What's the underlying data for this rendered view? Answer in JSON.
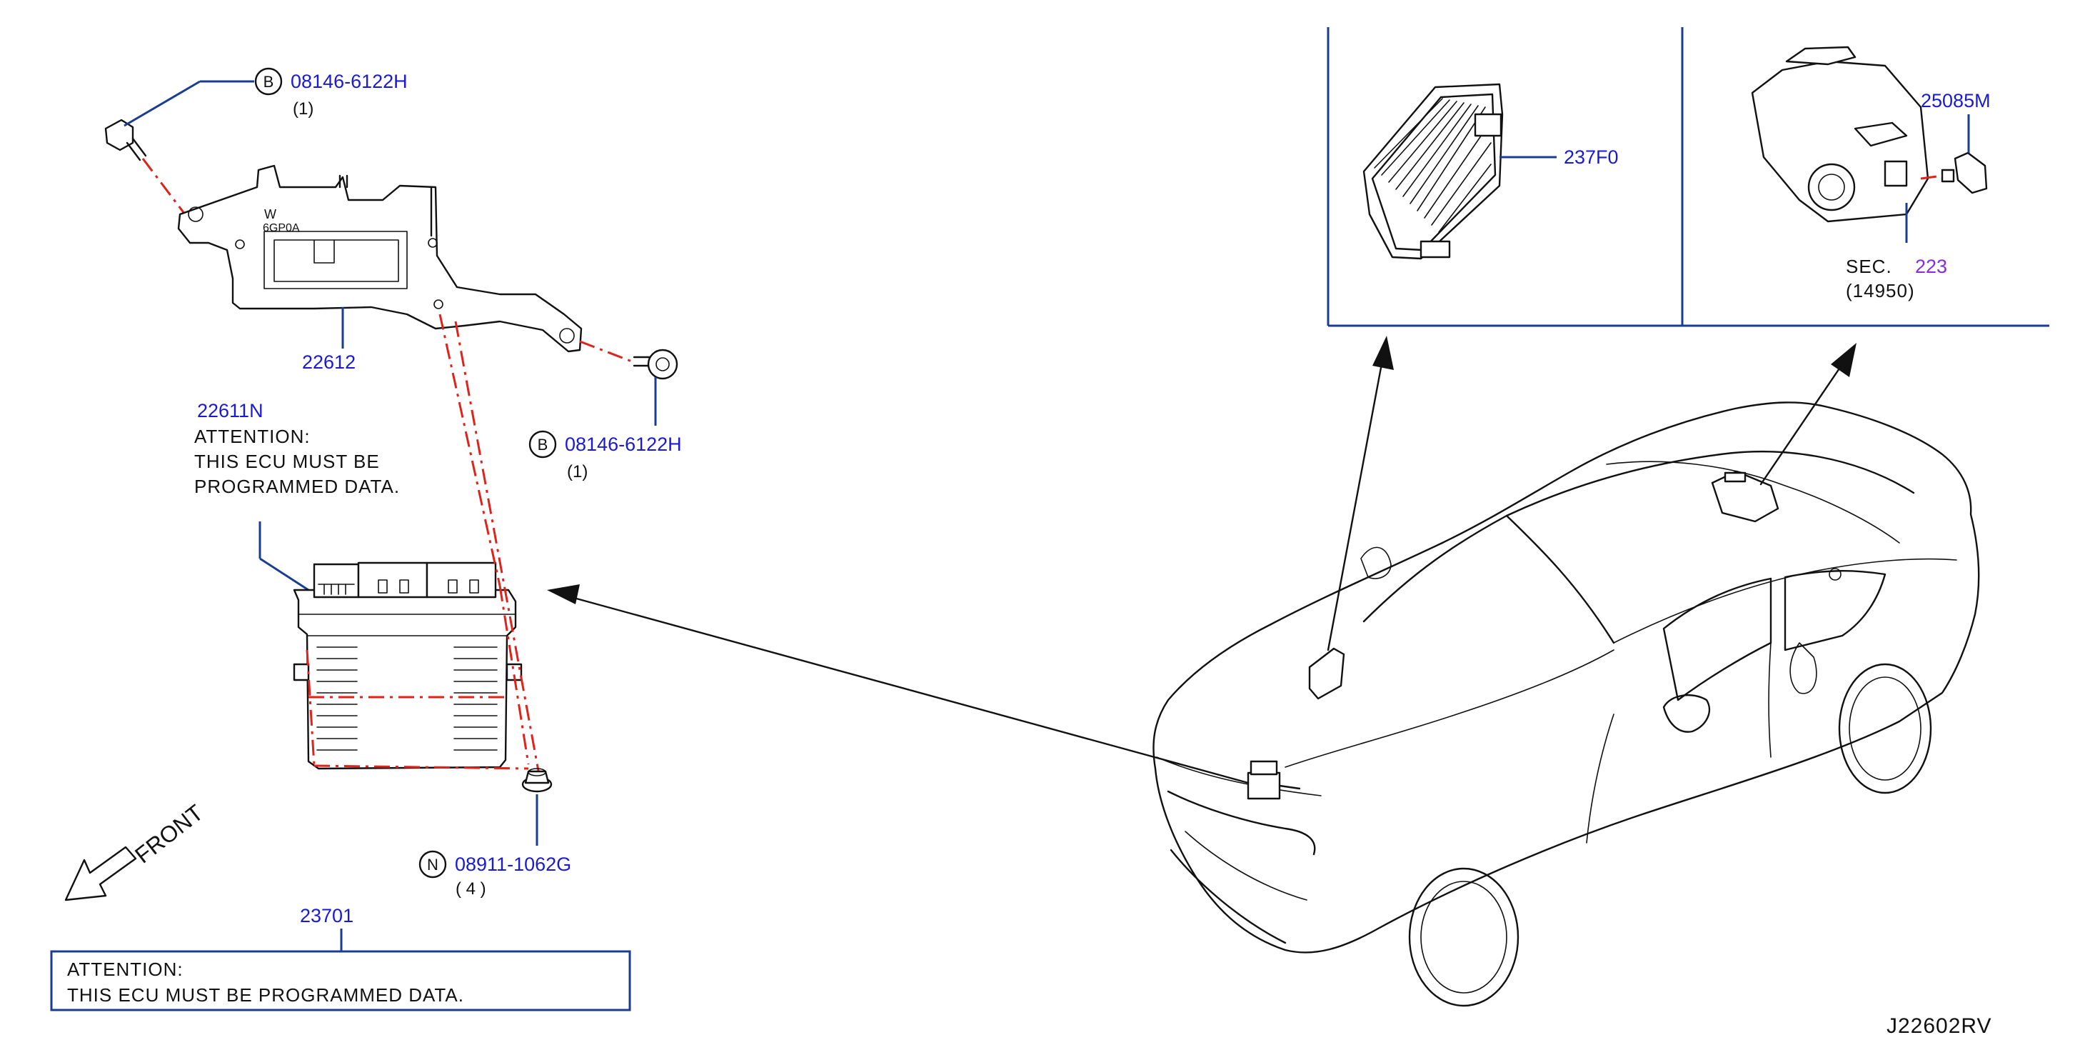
{
  "diagram_id": "J22602RV",
  "front_label": "FRONT",
  "parts": {
    "bolt_upper": {
      "symbol": "B",
      "part_no": "08146-6122H",
      "qty": "(1)"
    },
    "bracket": {
      "part_no": "22612"
    },
    "bolt_right": {
      "symbol": "B",
      "part_no": "08146-6122H",
      "qty": "(1)"
    },
    "ecu_unit": {
      "part_no": "22611N",
      "attention_lines": [
        "ATTENTION:",
        "THIS  ECU  MUST  BE",
        "PROGRAMMED  DATA."
      ]
    },
    "nut": {
      "symbol": "N",
      "part_no": "08911-1062G",
      "qty": "(  4  )"
    },
    "ecu_assembly": {
      "part_no": "23701",
      "attention_lines": [
        "ATTENTION:",
        "THIS  ECU  MUST  BE  PROGRAMMED  DATA."
      ]
    },
    "module_237f0": {
      "part_no": "237F0"
    },
    "sensor": {
      "part_no": "25085M"
    },
    "section_ref": {
      "prefix": "SEC.",
      "number": "223",
      "sub": "(14950)"
    }
  }
}
